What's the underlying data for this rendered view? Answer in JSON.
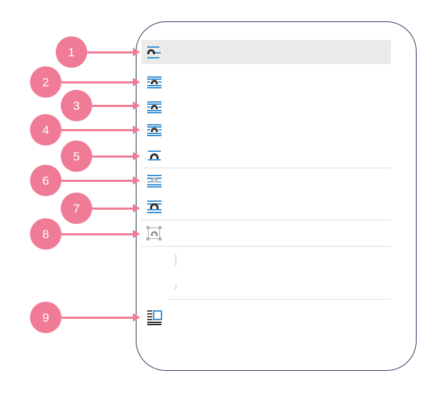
{
  "panel": {
    "name": "wrap-context-menu",
    "selected_index": 0,
    "items": [
      {
        "n": 1,
        "icon": "wrap-optimal-icon",
        "label": "",
        "state": "selected"
      },
      {
        "n": 2,
        "icon": "wrap-page-left-icon",
        "label": "",
        "state": "normal"
      },
      {
        "n": 3,
        "icon": "wrap-page-right-icon",
        "label": "",
        "state": "normal"
      },
      {
        "n": 4,
        "icon": "wrap-parallel-icon",
        "label": "",
        "state": "normal"
      },
      {
        "n": 5,
        "icon": "wrap-none-icon",
        "label": "",
        "state": "normal"
      },
      {
        "n": 6,
        "icon": "wrap-in-background-icon",
        "label": "",
        "state": "normal"
      },
      {
        "n": 7,
        "icon": "wrap-through-icon",
        "label": "",
        "state": "normal"
      },
      {
        "n": 8,
        "icon": "edit-contour-icon",
        "label": "",
        "state": "disabled"
      },
      {
        "n": 9,
        "icon": "frame-properties-icon",
        "label": "",
        "state": "normal"
      }
    ]
  },
  "callouts": {
    "items": [
      {
        "number": "1"
      },
      {
        "number": "2"
      },
      {
        "number": "3"
      },
      {
        "number": "4"
      },
      {
        "number": "5"
      },
      {
        "number": "6"
      },
      {
        "number": "7"
      },
      {
        "number": "8"
      },
      {
        "number": "9"
      }
    ]
  },
  "colors": {
    "badge": "#ef7b96",
    "panel_border": "#2b3a5c",
    "row_selected": "#ebebeb",
    "separator": "#dedede",
    "icon_blue": "#3f93d4",
    "icon_dark": "#2f2f2f",
    "icon_disabled": "#a8a8a8"
  }
}
